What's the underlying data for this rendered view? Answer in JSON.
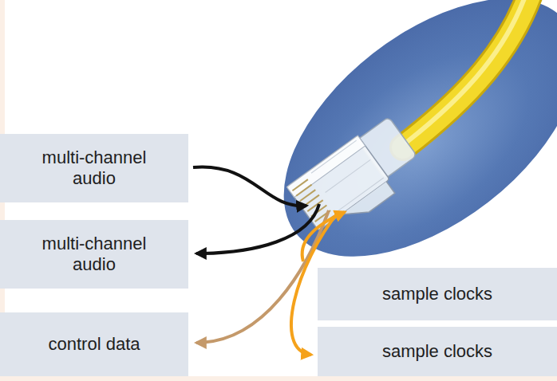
{
  "diagram": {
    "nodes": [
      {
        "text": [
          "multi-channel audio"
        ]
      },
      {
        "text": [
          "multi-channel audio"
        ]
      },
      {
        "text": [
          "control data"
        ]
      },
      {
        "text": [
          "sample clocks"
        ]
      },
      {
        "text": [
          "sample clocks"
        ]
      }
    ]
  }
}
